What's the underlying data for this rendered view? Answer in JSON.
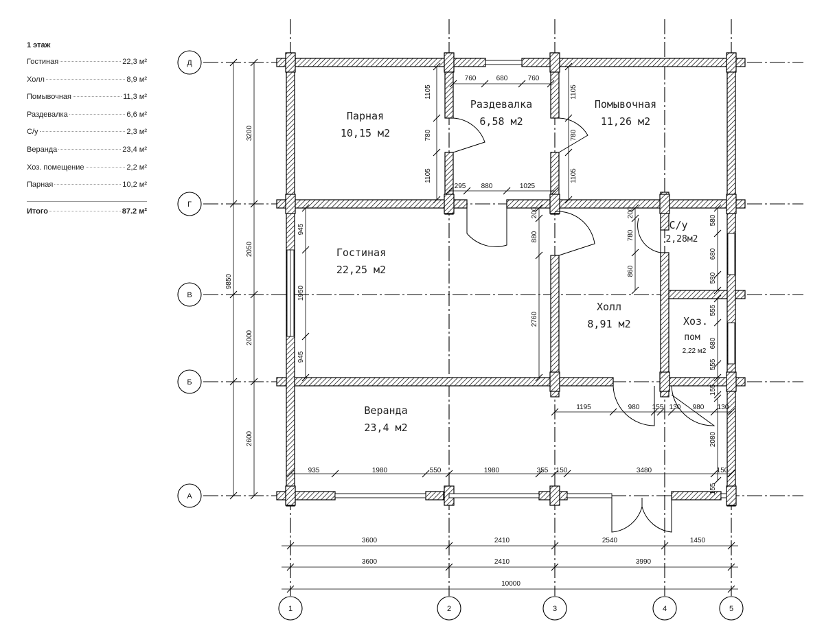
{
  "legend": {
    "title": "1 этаж",
    "rows": [
      {
        "name": "Гостиная",
        "area": "22,3 м²"
      },
      {
        "name": "Холл",
        "area": "8,9 м²"
      },
      {
        "name": "Помывочная",
        "area": "11,3 м²"
      },
      {
        "name": "Раздевалка",
        "area": "6,6 м²"
      },
      {
        "name": "С/у",
        "area": "2,3 м²"
      },
      {
        "name": "Веранда",
        "area": "23,4 м²"
      },
      {
        "name": "Хоз. помещение",
        "area": "2,2 м²"
      },
      {
        "name": "Парная",
        "area": "10,2 м²"
      }
    ],
    "total": {
      "name": "Итого",
      "area": "87.2 м²"
    }
  },
  "axes": {
    "rows": [
      "Д",
      "Г",
      "В",
      "Б",
      "А"
    ],
    "cols": [
      "1",
      "2",
      "3",
      "4",
      "5"
    ]
  },
  "rooms": [
    {
      "id": "parnaya",
      "name": "Парная",
      "area": "10,15 м2"
    },
    {
      "id": "razdevalka",
      "name": "Раздевалка",
      "area": "6,58 м2"
    },
    {
      "id": "pomyvochnaya",
      "name": "Помывочная",
      "area": "11,26 м2"
    },
    {
      "id": "gostinaya",
      "name": "Гостиная",
      "area": "22,25 м2"
    },
    {
      "id": "su",
      "name": "С/у",
      "area": "2,28м2"
    },
    {
      "id": "holl",
      "name": "Холл",
      "area": "8,91 м2"
    },
    {
      "id": "hoz",
      "name": "Хоз.",
      "name2": "пом",
      "area": "2,22 м2"
    },
    {
      "id": "veranda",
      "name": "Веранда",
      "area": "23,4 м2"
    }
  ],
  "dims": {
    "left": [
      "3200",
      "2050",
      "2000",
      "2600",
      "9850"
    ],
    "bottom1": [
      "3600",
      "2410",
      "2540",
      "1450"
    ],
    "bottom2": [
      "3600",
      "2410",
      "3990"
    ],
    "bottom_total": "10000",
    "d1": [
      "760",
      "680",
      "760"
    ],
    "d2": [
      "1105",
      "780",
      "1105"
    ],
    "d3": [
      "1105",
      "780",
      "1105"
    ],
    "d4": [
      "295",
      "880",
      "1025"
    ],
    "d5": [
      "945",
      "1950",
      "945"
    ],
    "d6": [
      "200",
      "880"
    ],
    "d7": "2760",
    "d8": [
      "200",
      "780",
      "860"
    ],
    "d9": [
      "580",
      "680",
      "580"
    ],
    "d10": [
      "555",
      "680",
      "555",
      "155"
    ],
    "d11": [
      "1195",
      "980",
      "155",
      "130",
      "980",
      "130"
    ],
    "d12": "2080",
    "d13": [
      "935",
      "1980",
      "550",
      "1980",
      "355",
      "150",
      "3480",
      "150"
    ],
    "d14": "155"
  }
}
